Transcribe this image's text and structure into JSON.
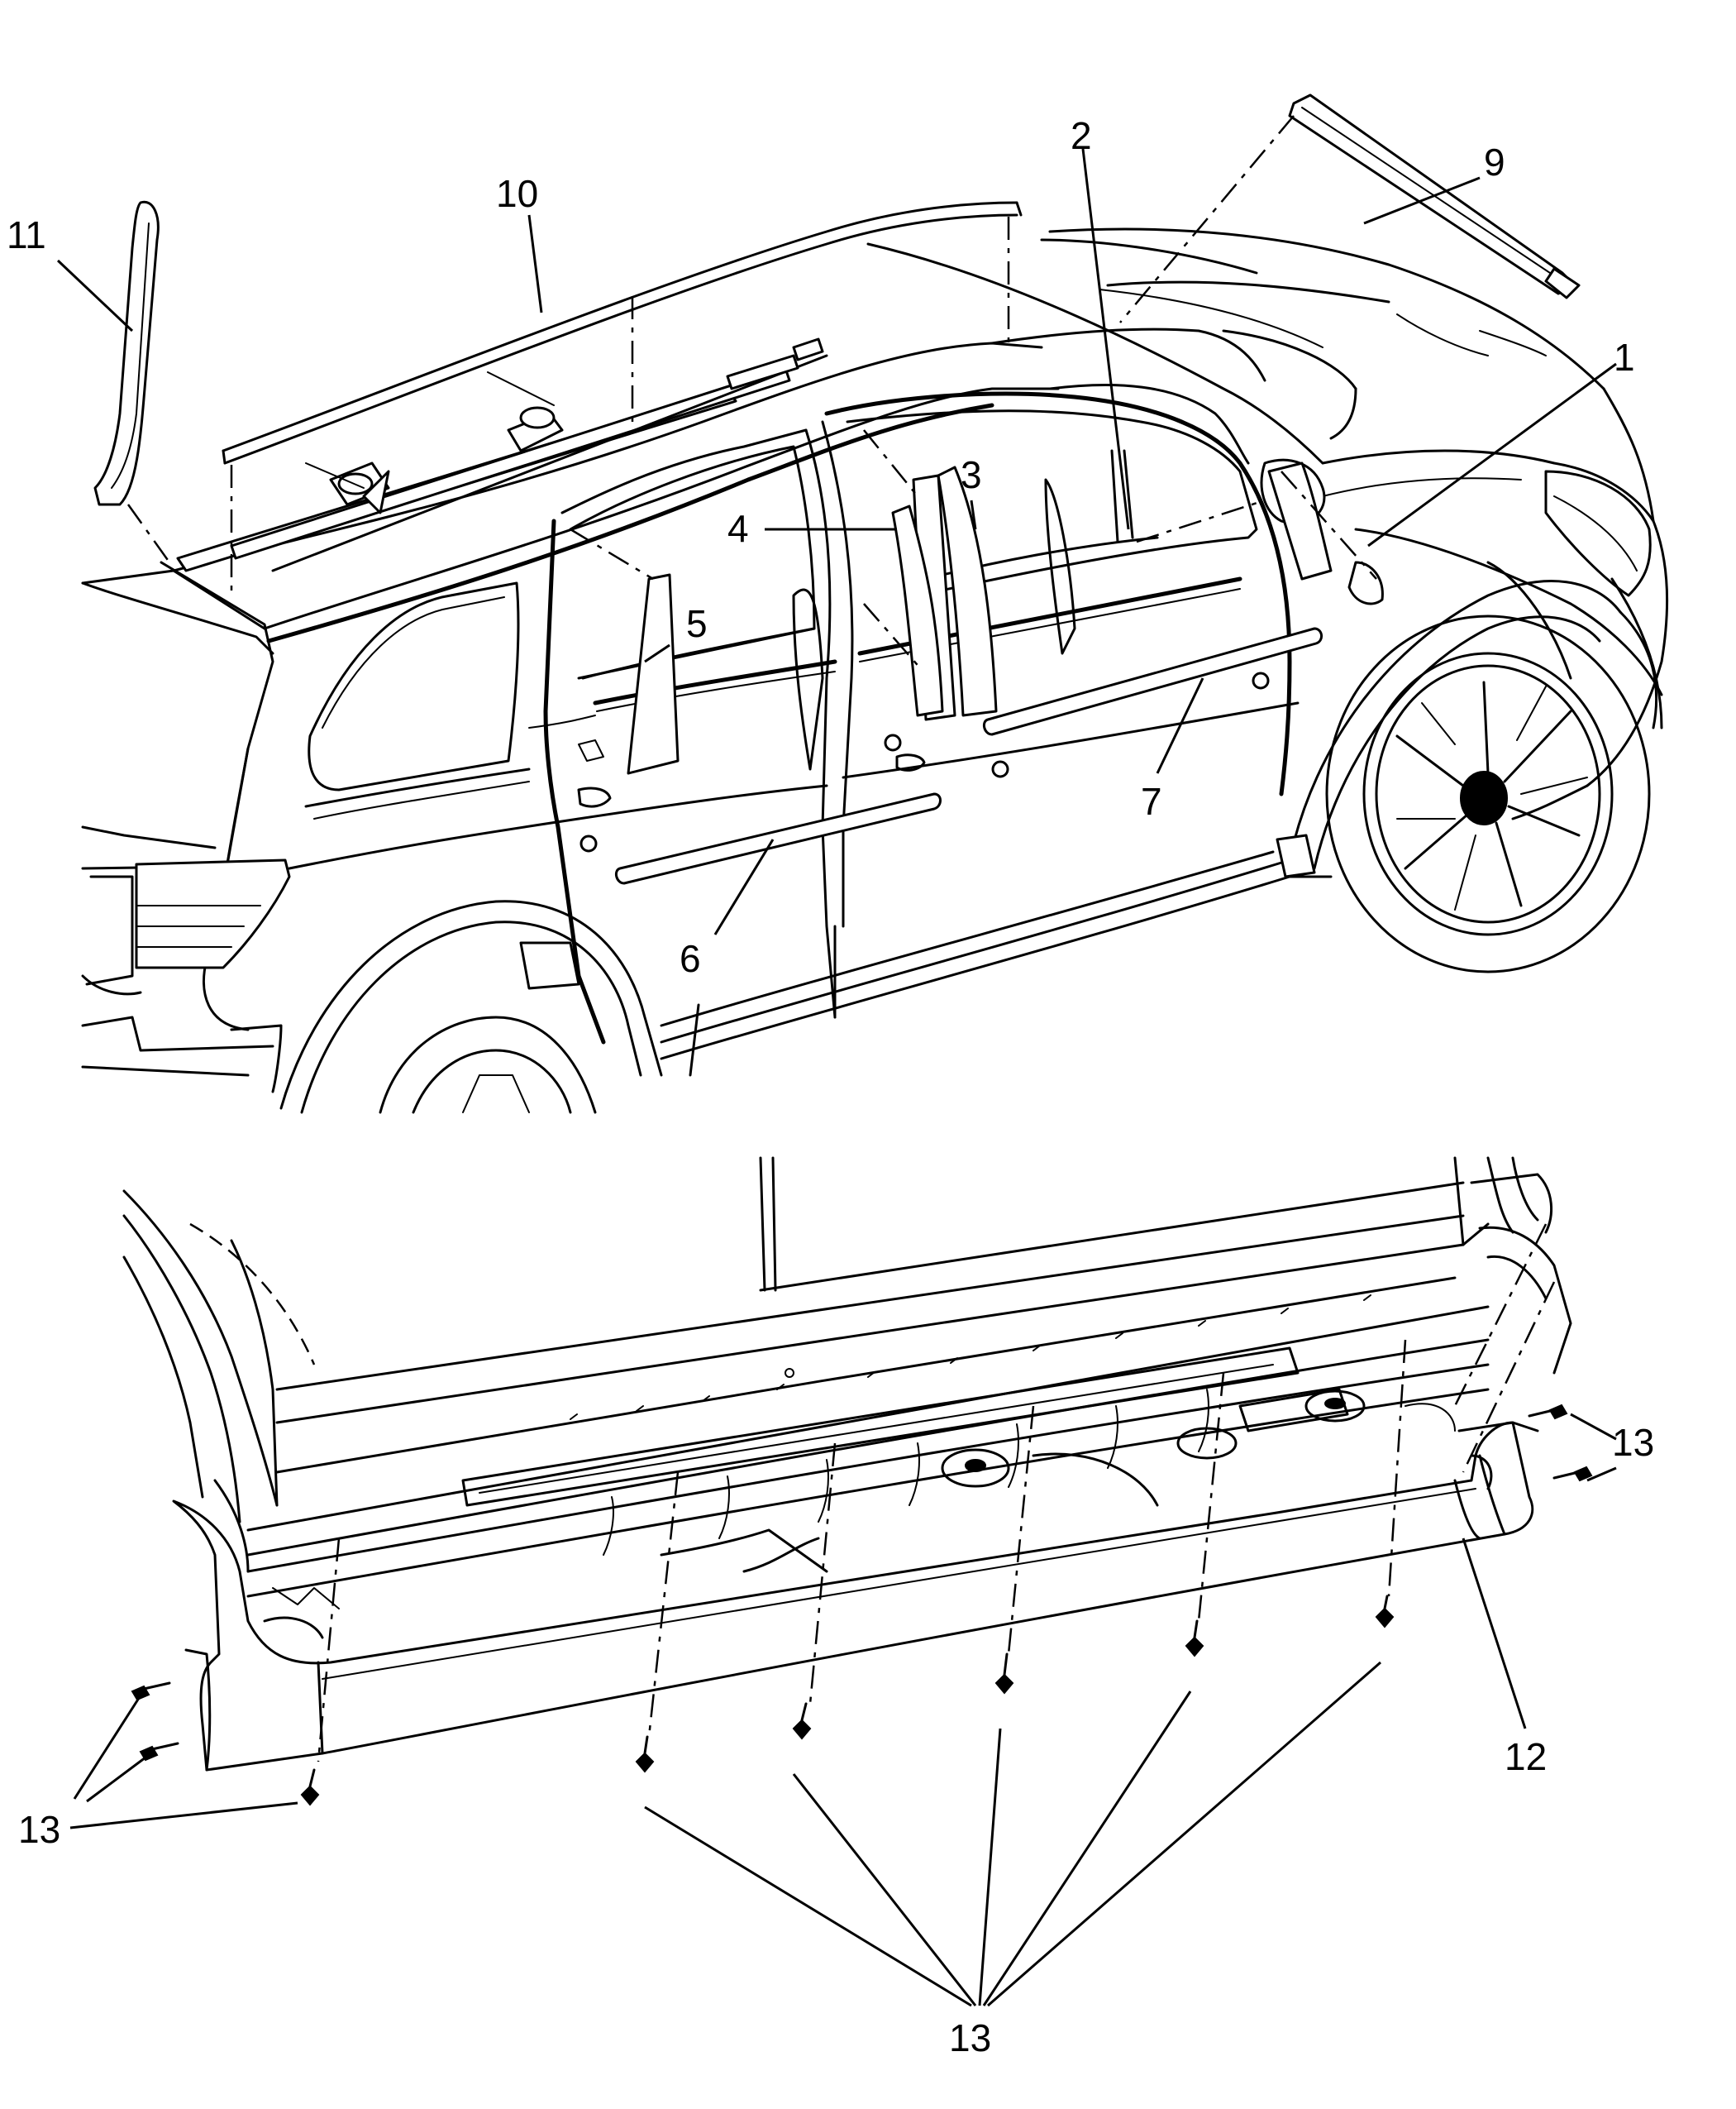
{
  "callouts": {
    "c1": "1",
    "c2": "2",
    "c3": "3",
    "c4": "4",
    "c5": "5",
    "c6": "6",
    "c7": "7",
    "c9": "9",
    "c10": "10",
    "c11": "11",
    "c12": "12",
    "c13_right": "13",
    "c13_left": "13",
    "c13_bottom": "13"
  }
}
